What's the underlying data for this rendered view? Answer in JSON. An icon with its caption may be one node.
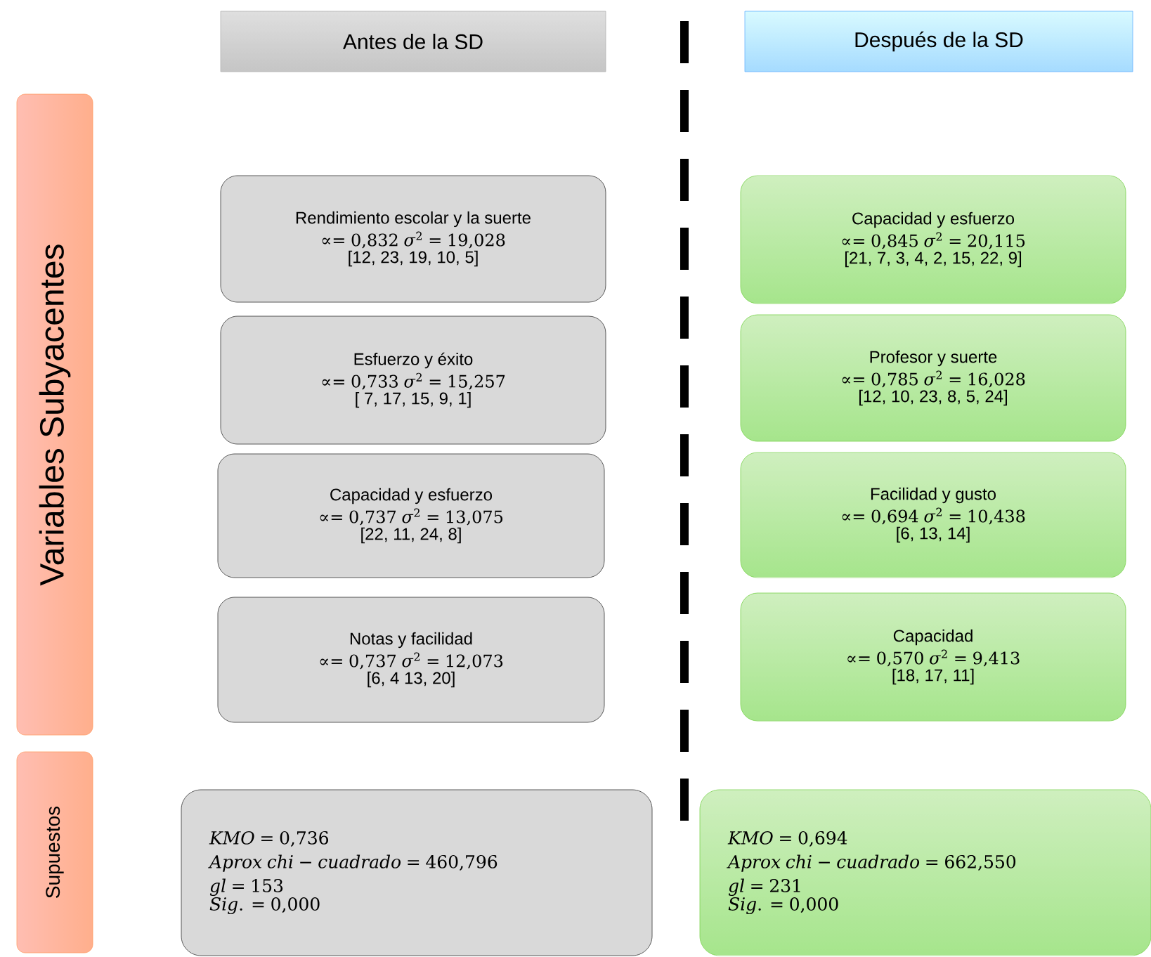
{
  "diagram": {
    "nodes": [
      {
        "text": [
          "Antes de la SD"
        ]
      },
      {
        "text": [
          "Después de la SD"
        ]
      },
      {
        "text": [
          "Variables Subyacentes"
        ]
      },
      {
        "text": [
          "Supuestos"
        ]
      },
      {
        "text": [
          "Rendimiento escolar y la suerte",
          "∝= 0,832 *σ*$^{2}$ = 19,028",
          "[12, 23, 19, 10, 5]"
        ]
      },
      {
        "text": [
          "Esfuerzo y éxito",
          "∝= 0,733 *σ*$^{2}$ = 15,257",
          "[ 7, 17, 15, 9, 1]"
        ]
      },
      {
        "text": [
          "Capacidad y esfuerzo",
          "∝= 0,737 *σ*$^{2}$ = 13,075",
          "[22, 11, 24, 8]"
        ]
      },
      {
        "text": [
          "Notas y facilidad",
          "∝= 0,737 *σ*$^{2}$ = 12,073",
          "[6, 4 13, 20]"
        ]
      },
      {
        "text": [
          "Capacidad y esfuerzo",
          "∝= 0,845 *σ*$^{2}$ = 20,115",
          "[21, 7, 3, 4, 2, 15, 22, 9]"
        ]
      },
      {
        "text": [
          "Profesor y suerte",
          "∝= 0,785 *σ*$^{2}$ = 16,028",
          "[12, 10, 23, 8, 5, 24]"
        ]
      },
      {
        "text": [
          "Facilidad y gusto",
          "∝= 0,694 *σ*$^{2}$ = 10,438",
          "[6, 13, 14]"
        ]
      },
      {
        "text": [
          "Capacidad",
          "∝= 0,570 *σ*$^{2}$ = 9,413",
          "[18, 17, 11]"
        ]
      },
      {
        "text": [
          "*KMO* = 0,736",
          "*Aprox chi* − *cuadrado* = 460,796",
          "*gl* = 153",
          "*Sig*. = 0,000"
        ]
      },
      {
        "text": [
          "*KMO* = 0,694",
          "*Aprox chi* − *cuadrado* = 662,550",
          "*gl* = 231",
          "*Sig*. = 0,000"
        ]
      }
    ]
  }
}
